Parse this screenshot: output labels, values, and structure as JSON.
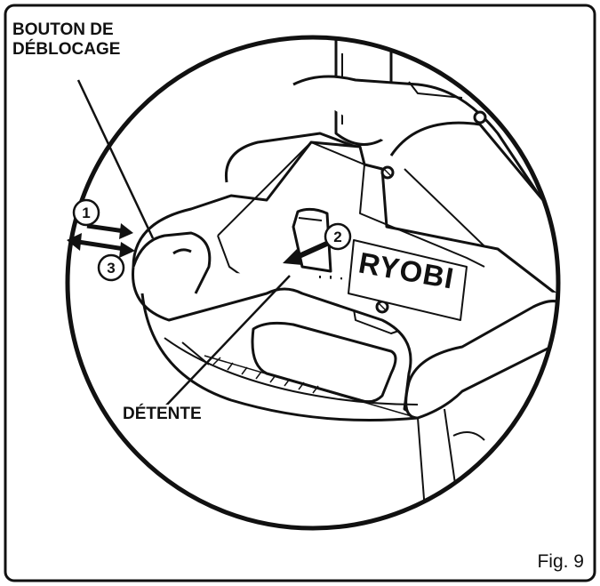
{
  "labels": {
    "release_button": [
      "BOUTON DE",
      "DÉBLOCAGE"
    ],
    "trigger": "DÉTENTE",
    "figure": "Fig. 9"
  },
  "steps": [
    "1",
    "2",
    "3"
  ],
  "brand": "RYOBI"
}
